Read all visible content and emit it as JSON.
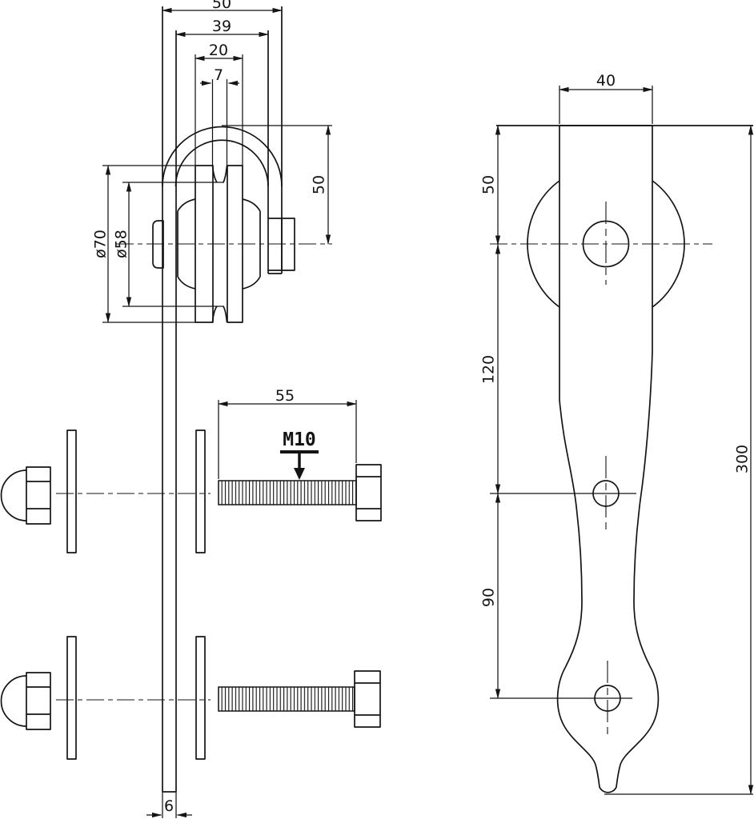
{
  "drawing": {
    "left_view": {
      "dim_overall_width": "50",
      "dim_hub_width": "39",
      "dim_wheel_width": "20",
      "dim_groove_width": "7",
      "dim_wheel_diameter": "ø70",
      "dim_groove_diameter": "ø58",
      "dim_shackle_height": "50",
      "dim_bolt_thread_length": "55",
      "bolt_thread_label": "M10",
      "dim_rail_thickness": "6"
    },
    "right_view": {
      "dim_strap_width": "40",
      "dim_top_to_hole1": "50",
      "dim_hole1_to_hole2": "120",
      "dim_hole2_to_hole3": "90",
      "dim_total_length": "300"
    },
    "colors": {
      "line": "#141414",
      "background": "#ffffff"
    }
  }
}
